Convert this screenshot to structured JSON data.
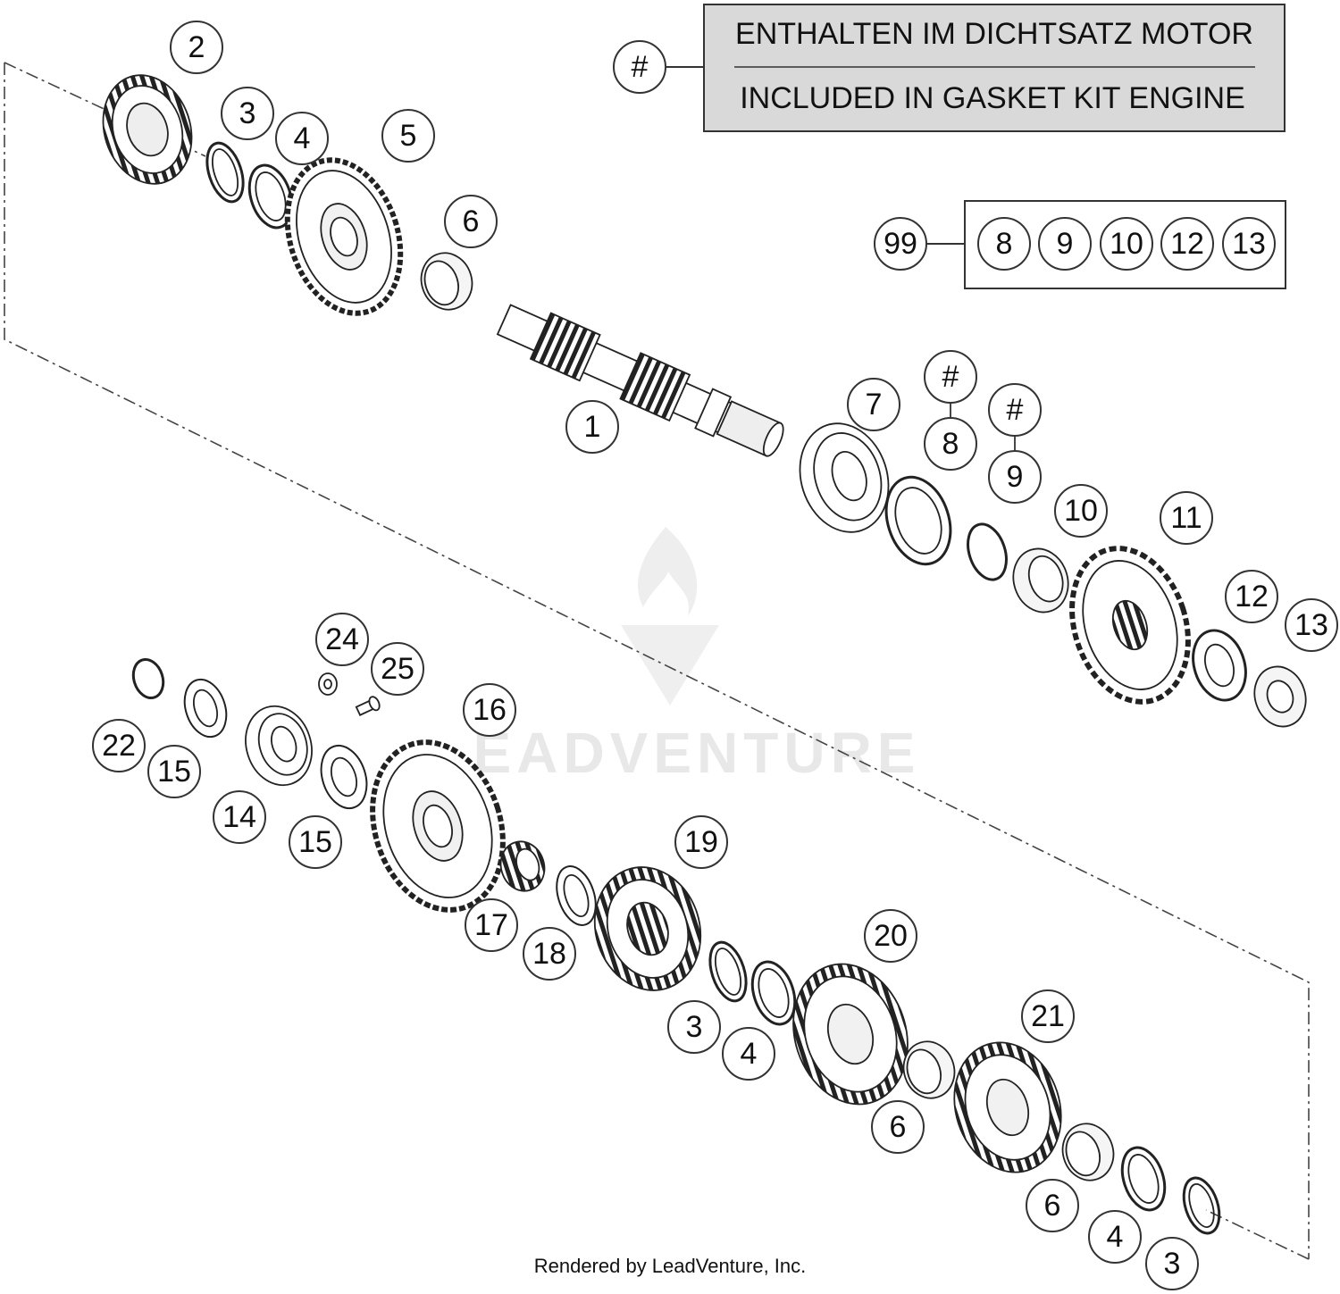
{
  "legend": {
    "symbol": "#",
    "line_de": "ENTHALTEN IM DICHTSATZ MOTOR",
    "line_en": "INCLUDED IN GASKET KIT ENGINE"
  },
  "kit": {
    "label": "99",
    "items": [
      "8",
      "9",
      "10",
      "12",
      "13"
    ]
  },
  "callouts": [
    "2",
    "3",
    "4",
    "5",
    "6",
    "1",
    "7",
    "#",
    "8",
    "#",
    "9",
    "10",
    "11",
    "12",
    "13",
    "24",
    "25",
    "22",
    "15",
    "14",
    "15",
    "16",
    "19",
    "17",
    "18",
    "20",
    "3",
    "4",
    "21",
    "6",
    "6",
    "4",
    "3"
  ],
  "watermark": "EADVENTURE",
  "footer": "Rendered by LeadVenture, Inc."
}
